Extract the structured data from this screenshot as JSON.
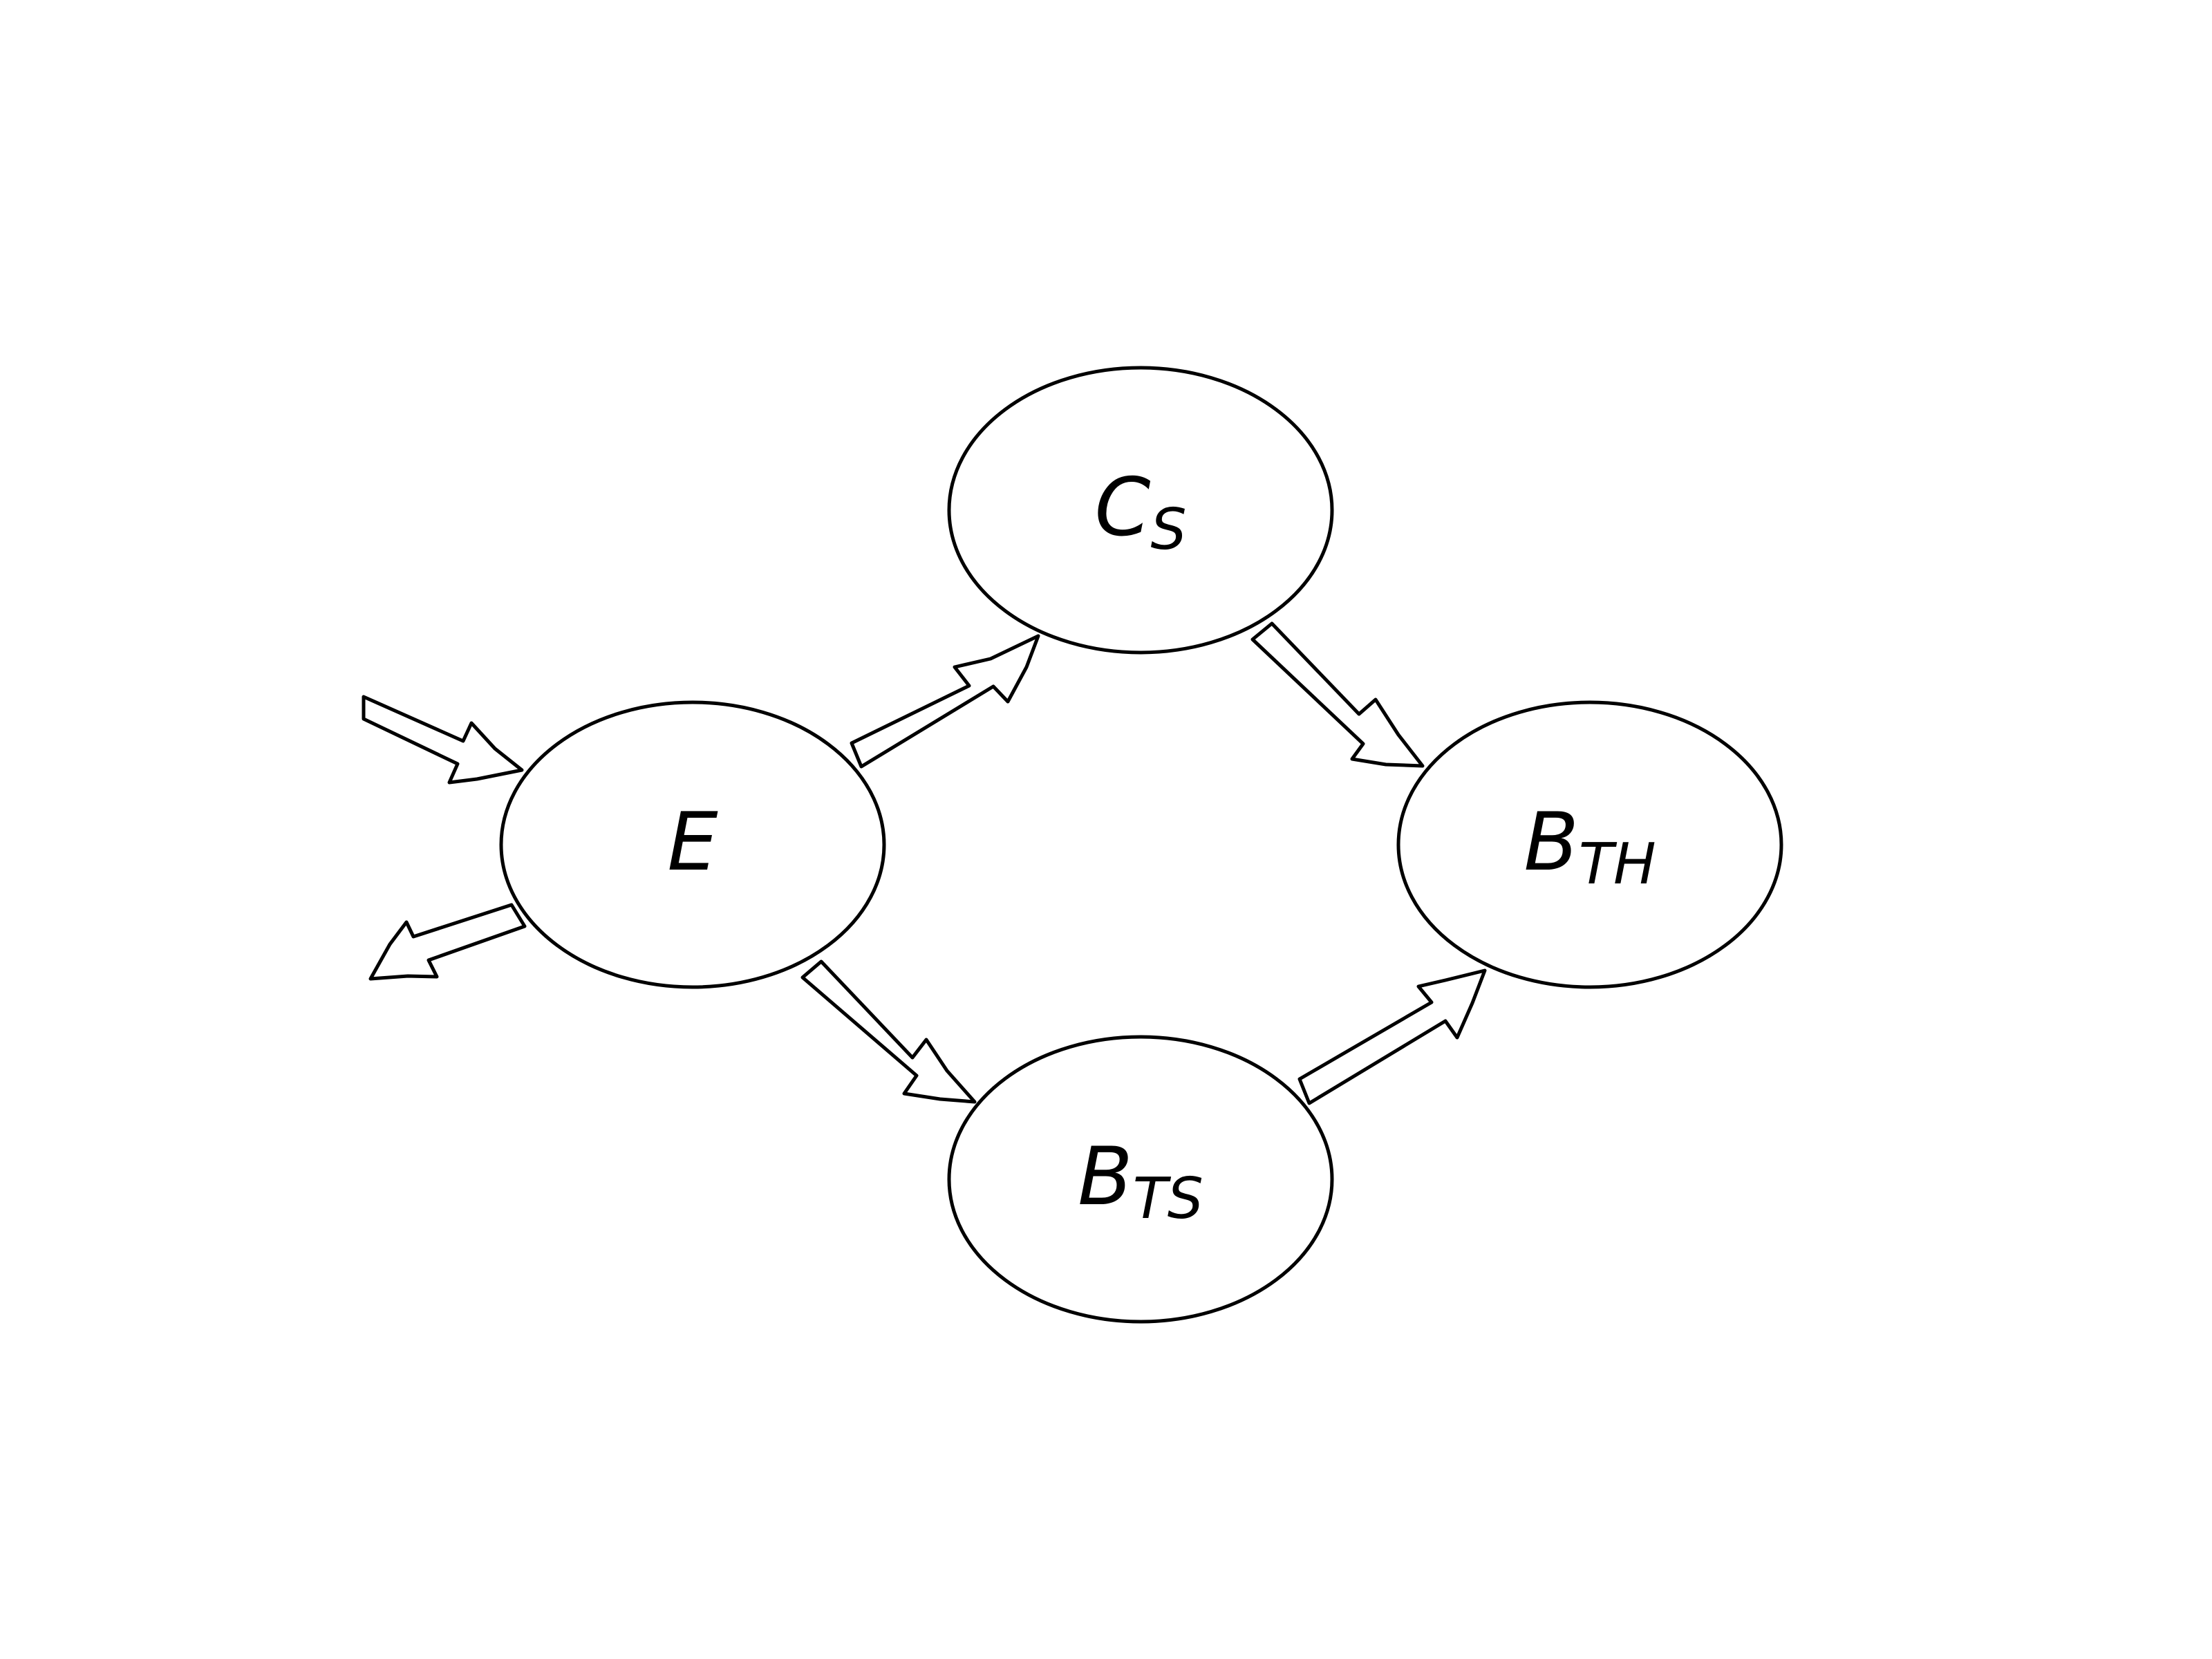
{
  "nodes": [
    {
      "id": "E",
      "main": "E",
      "sub": ""
    },
    {
      "id": "CS",
      "main": "C",
      "sub": "S"
    },
    {
      "id": "BTS",
      "main": "B",
      "sub": "TS"
    },
    {
      "id": "BTH",
      "main": "B",
      "sub": "TH"
    }
  ],
  "edges": [
    {
      "from": "",
      "to": "E"
    },
    {
      "from": "E",
      "to": ""
    },
    {
      "from": "E",
      "to": "CS"
    },
    {
      "from": "E",
      "to": "BTS"
    },
    {
      "from": "CS",
      "to": "BTH"
    },
    {
      "from": "BTS",
      "to": "BTH"
    }
  ],
  "colors": {
    "stroke": "#000000",
    "fill": "#ffffff"
  }
}
